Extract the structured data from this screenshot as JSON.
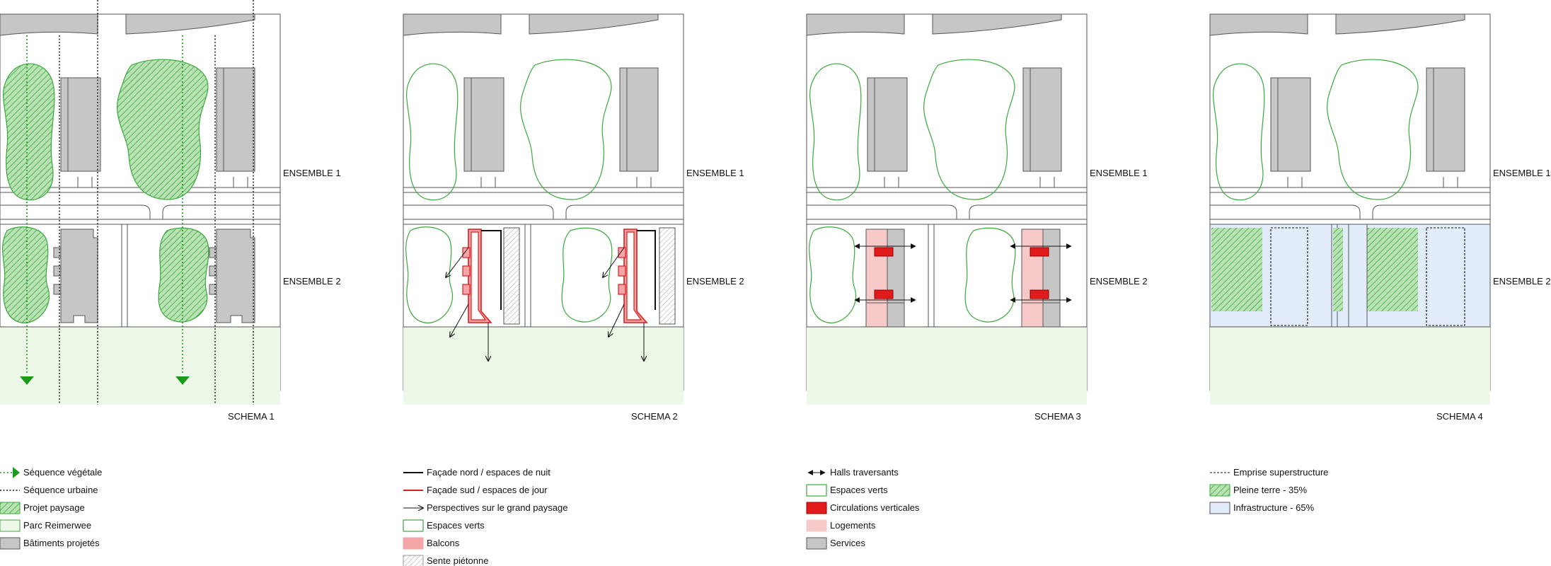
{
  "schemas": [
    {
      "id": "schema-1",
      "title": "SCHEMA 1",
      "ensemble_1": "ENSEMBLE 1",
      "ensemble_2": "ENSEMBLE 2",
      "legend": [
        {
          "key": "vegetal-sequence",
          "label": "Séquence végétale"
        },
        {
          "key": "urban-sequence",
          "label": "Séquence urbaine"
        },
        {
          "key": "landscape-project",
          "label": "Projet paysage"
        },
        {
          "key": "reimerwee-park",
          "label": "Parc Reimerwee"
        },
        {
          "key": "projected-buildings",
          "label": "Bâtiments projetés"
        }
      ]
    },
    {
      "id": "schema-2",
      "title": "SCHEMA 2",
      "ensemble_1": "ENSEMBLE 1",
      "ensemble_2": "ENSEMBLE 2",
      "legend": [
        {
          "key": "north-facade",
          "label": "Façade nord / espaces de nuit"
        },
        {
          "key": "south-facade",
          "label": "Façade sud / espaces de jour"
        },
        {
          "key": "perspectives",
          "label": "Perspectives sur le grand paysage"
        },
        {
          "key": "green-spaces",
          "label": "Espaces verts"
        },
        {
          "key": "balconies",
          "label": "Balcons"
        },
        {
          "key": "footpath",
          "label": "Sente piétonne"
        }
      ]
    },
    {
      "id": "schema-3",
      "title": "SCHEMA 3",
      "ensemble_1": "ENSEMBLE 1",
      "ensemble_2": "ENSEMBLE 2",
      "legend": [
        {
          "key": "through-halls",
          "label": "Halls traversants"
        },
        {
          "key": "green-spaces",
          "label": "Espaces verts"
        },
        {
          "key": "vertical-circulation",
          "label": "Circulations verticales"
        },
        {
          "key": "housing",
          "label": "Logements"
        },
        {
          "key": "services",
          "label": "Services"
        }
      ]
    },
    {
      "id": "schema-4",
      "title": "SCHEMA 4",
      "ensemble_1": "ENSEMBLE 1",
      "ensemble_2": "ENSEMBLE 2",
      "legend": [
        {
          "key": "superstructure-footprint",
          "label": "Emprise superstructure"
        },
        {
          "key": "open-ground",
          "label": "Pleine terre - 35%"
        },
        {
          "key": "infrastructure",
          "label": "Infrastructure - 65%"
        }
      ]
    }
  ],
  "colors": {
    "green_line": "#3aa83a",
    "green_fill": "#8fd08f",
    "park_fill": "#eef8e8",
    "building_fill": "#c6c6c6",
    "red": "#e11b1b",
    "red_fill": "#f4a5a5",
    "pink_fill": "#f8c9c9",
    "infra_fill": "#e3ecfa",
    "line": "#555555"
  }
}
